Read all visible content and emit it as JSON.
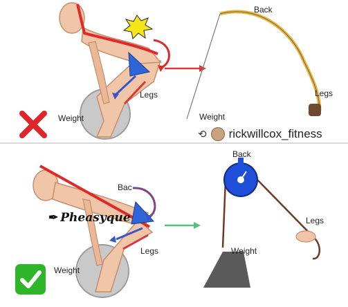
{
  "top": {
    "back_label": "Back",
    "legs_label_figure": "Legs",
    "weight_label_figure": "Weight",
    "legs_label_rod": "Legs",
    "weight_label_rod": "Weight",
    "verdict_icon": "x-mark-icon",
    "verdict_color": "#e0262b",
    "arrow_color": "#d63a3a"
  },
  "attribution": {
    "repost_icon": "retweet-icon",
    "handle": "rickwillcox_fitness"
  },
  "bottom": {
    "back_label_figure": "Bac",
    "legs_label_figure": "Legs",
    "weight_label_figure": "Weight",
    "back_label_pulley": "Back",
    "legs_label_pulley": "Legs",
    "weight_label_pulley": "Weight",
    "watermark": "Pheasyque",
    "watermark_icon": "pen-nib-icon",
    "verdict_icon": "check-mark-icon",
    "verdict_color": "#2fb52a",
    "arrow_color": "#55c07a",
    "pulley_color": "#1f4fd8"
  }
}
